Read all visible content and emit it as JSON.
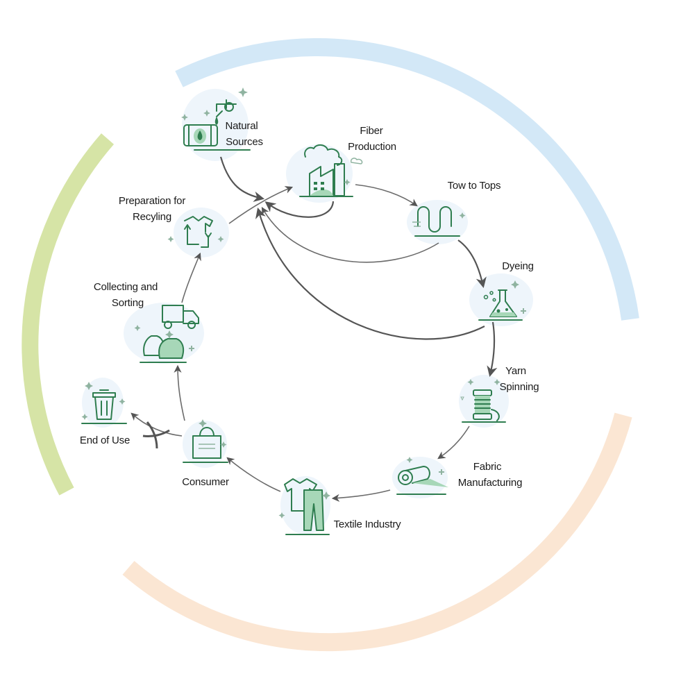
{
  "colors": {
    "ring_blue": "#d3e8f7",
    "ring_green": "#d6e4a6",
    "ring_peach": "#fbe6d3",
    "icon_green": "#2e7d4f",
    "icon_light_green": "#a7d7b8",
    "blob": "#eef5fb",
    "arrow": "#6b6b6b"
  },
  "stages": [
    {
      "id": "natural-sources",
      "label_lines": [
        "Natural",
        "Sources"
      ],
      "icon": "oil-barrel-tap-icon"
    },
    {
      "id": "fiber-production",
      "label_lines": [
        "Fiber",
        "Production"
      ],
      "icon": "factory-icon"
    },
    {
      "id": "tow-to-tops",
      "label_lines": [
        "Tow to Tops"
      ],
      "icon": "roller-machine-icon"
    },
    {
      "id": "dyeing",
      "label_lines": [
        "Dyeing"
      ],
      "icon": "flask-icon"
    },
    {
      "id": "yarn-spinning",
      "label_lines": [
        "Yarn",
        "Spinning"
      ],
      "icon": "spool-icon"
    },
    {
      "id": "fabric-manufacturing",
      "label_lines": [
        "Fabric",
        "Manufacturing"
      ],
      "icon": "fabric-roll-icon"
    },
    {
      "id": "textile-industry",
      "label_lines": [
        "Textile Industry"
      ],
      "icon": "tshirt-pants-icon"
    },
    {
      "id": "consumer",
      "label_lines": [
        "Consumer"
      ],
      "icon": "shopping-bag-icon"
    },
    {
      "id": "end-of-use",
      "label_lines": [
        "End of Use"
      ],
      "icon": "trash-bin-icon"
    },
    {
      "id": "collecting-sorting",
      "label_lines": [
        "Collecting and",
        "Sorting"
      ],
      "icon": "truck-bags-icon"
    },
    {
      "id": "preparation-recycling",
      "label_lines": [
        "Preparation for",
        "Recyling"
      ],
      "icon": "recycle-shirt-icon"
    }
  ]
}
